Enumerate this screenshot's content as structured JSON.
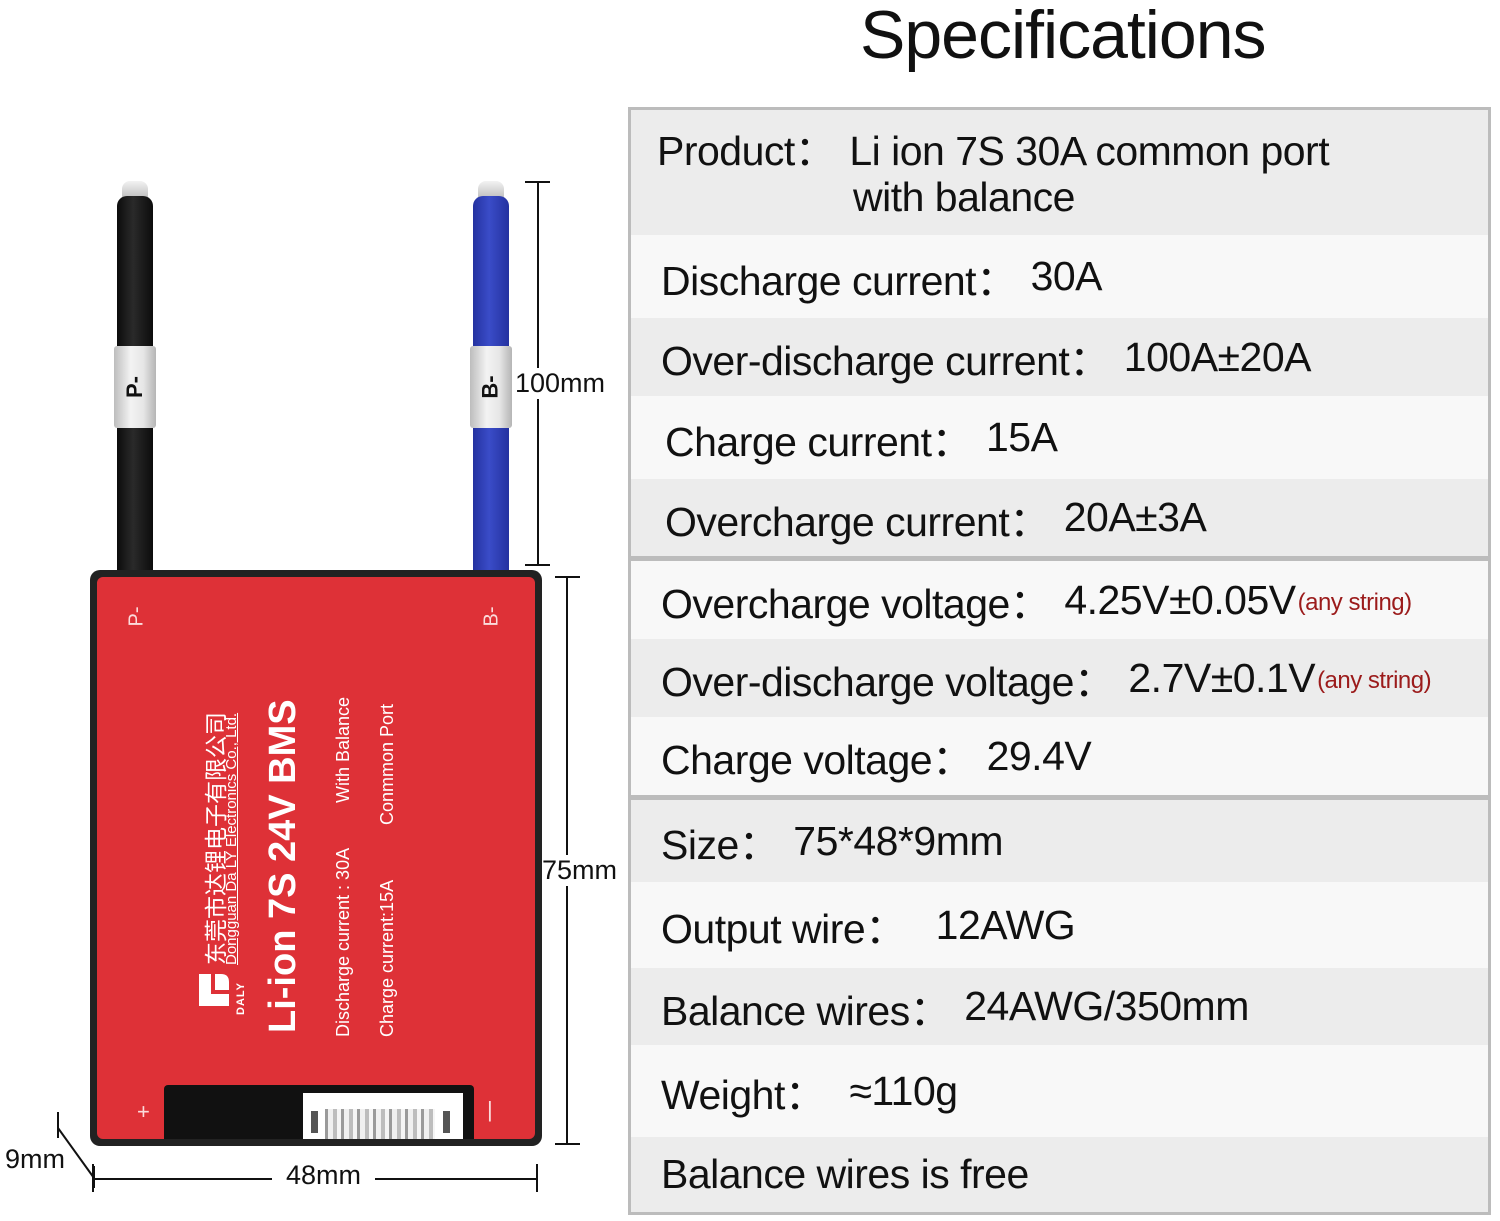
{
  "header": {
    "title": "Specifications"
  },
  "product_image": {
    "wires": [
      {
        "label": "P-",
        "color": "#1a1a1a"
      },
      {
        "label": "B-",
        "color": "#3242b8"
      }
    ],
    "board": {
      "color": "#de3137",
      "corner_labels": {
        "top_left": "P-",
        "top_right": "B-",
        "bottom_left": "+",
        "bottom_right": "|"
      },
      "logo_text": "DALY",
      "company_cn": "东莞市达锂电子有限公司",
      "company_en": "Dongguan Da LY Electronics Co., Ltd.",
      "model": "Li-ion 7S 24V BMS",
      "line1_left": "Discharge  current :  30A",
      "line1_right": "With Balance",
      "line2_left": "Charge  current:15A",
      "line2_right": "Conmmon Port"
    },
    "dimensions": {
      "wire_length": "100mm",
      "height": "75mm",
      "width": "48mm",
      "thickness": "9mm"
    }
  },
  "specs": {
    "groups": [
      {
        "rows": [
          {
            "label": "Product：",
            "value": "Li ion 7S 30A common port",
            "value_line2": "with balance"
          },
          {
            "label": "Discharge current：",
            "value": "30A"
          },
          {
            "label": "Over-discharge current：",
            "value": "100A±20A"
          },
          {
            "label": "Charge current：",
            "value": "15A"
          },
          {
            "label": "Overcharge current：",
            "value": "20A±3A"
          }
        ]
      },
      {
        "rows": [
          {
            "label": "Overcharge voltage：",
            "value": "4.25V±0.05V",
            "note": "(any string)"
          },
          {
            "label": "Over-discharge voltage：",
            "value": "2.7V±0.1V",
            "note": "(any string)"
          },
          {
            "label": "Charge voltage：",
            "value": "29.4V"
          }
        ]
      },
      {
        "rows": [
          {
            "label": "Size：",
            "value": "75*48*9mm"
          },
          {
            "label": "Output wire：",
            "value": "12AWG"
          },
          {
            "label": "Balance wires：",
            "value": "24AWG/350mm"
          },
          {
            "label": "Weight：",
            "value": "≈110g"
          },
          {
            "label": "Balance wires is free",
            "value": ""
          }
        ]
      }
    ]
  }
}
